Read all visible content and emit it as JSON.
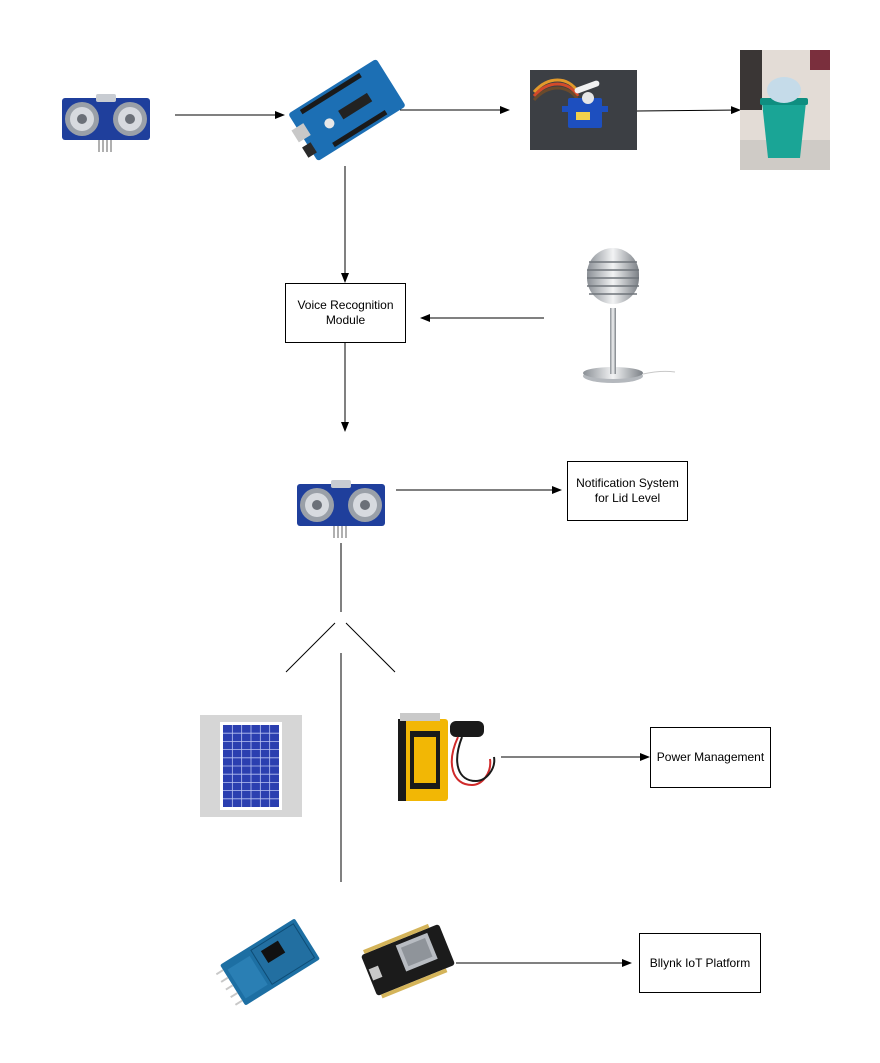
{
  "boxes": {
    "voice_recognition": "Voice Recognition\nModule",
    "notification_system": "Notification System\nfor Lid Level",
    "power_management": "Power Management",
    "blynk_platform": "Bllynk IoT Platform"
  },
  "components": {
    "ultrasonic_sensor_top": "ultrasonic-sensor-icon",
    "arduino": "arduino-board-icon",
    "servo": "servo-motor-icon",
    "dustbin": "dustbin-photo-icon",
    "microphone": "microphone-icon",
    "ultrasonic_sensor_mid": "ultrasonic-sensor-icon",
    "solar_panel": "solar-panel-icon",
    "battery": "battery-9v-icon",
    "bluetooth_module": "bluetooth-module-icon",
    "nodemcu": "nodemcu-board-icon"
  },
  "colors": {
    "line": "#000000",
    "sensor_blue": "#1f3f9c",
    "arduino_blue": "#1c6fb4",
    "solar_blue": "#2b3fb0",
    "battery_yellow": "#f2b705",
    "microphone_silver": "#bfc3c8",
    "dustbin_teal": "#1aa596"
  }
}
